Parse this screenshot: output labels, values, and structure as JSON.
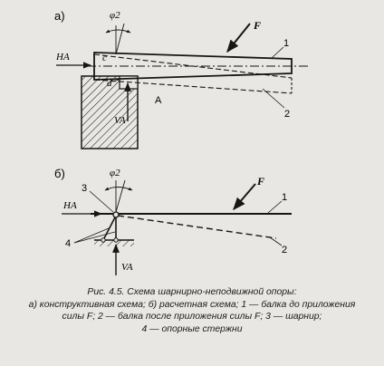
{
  "panel_a": {
    "tag": "а)",
    "angle_label": "φ2",
    "force_label": "F",
    "reaction_h": "HA",
    "reaction_v": "VA",
    "point_c": "c",
    "point_d": "d",
    "point_A": "A",
    "callout_1": "1",
    "callout_2": "2"
  },
  "panel_b": {
    "tag": "б)",
    "angle_label": "φ2",
    "force_label": "F",
    "reaction_h": "HA",
    "reaction_v": "VA",
    "callout_1": "1",
    "callout_2": "2",
    "callout_3": "3",
    "callout_4": "4"
  },
  "caption": {
    "line1": "Рис. 4.5. Схема шарнирно-неподвижной опоры:",
    "line2": "а) конструктивная схема; б) расчетная схема; 1 — балка до приложения",
    "line3": "силы F; 2 — балка после приложения силы F; 3 — шарнир;",
    "line4": "4 — опорные стержни"
  },
  "colors": {
    "ink": "#161616",
    "paper": "#e9e7e3"
  }
}
